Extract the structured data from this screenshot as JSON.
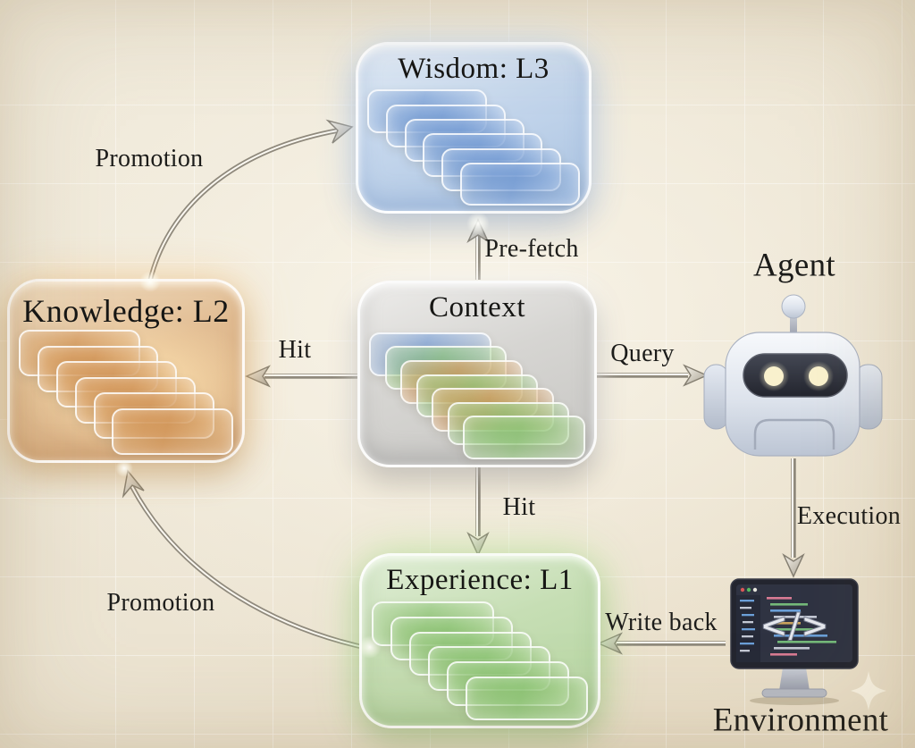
{
  "diagram": {
    "boxes": {
      "wisdom": {
        "label": "Wisdom: L3"
      },
      "knowledge": {
        "label": "Knowledge: L2"
      },
      "context": {
        "label": "Context"
      },
      "experience": {
        "label": "Experience: L1"
      }
    },
    "nodes": {
      "agent": {
        "label": "Agent"
      },
      "environment": {
        "label": "Environment",
        "code_glyph": "</>"
      }
    },
    "edges": {
      "promotion_knowledge_to_wisdom": {
        "label": "Promotion"
      },
      "prefetch_context_to_wisdom": {
        "label": "Pre-fetch"
      },
      "hit_context_to_knowledge": {
        "label": "Hit"
      },
      "query_context_to_agent": {
        "label": "Query"
      },
      "hit_context_to_experience": {
        "label": "Hit"
      },
      "execution_agent_to_environment": {
        "label": "Execution"
      },
      "write_back_env_to_experience": {
        "label": "Write back"
      },
      "promotion_experience_to_knowledge": {
        "label": "Promotion"
      }
    },
    "cards": {
      "wisdom": [
        "blue",
        "blue",
        "blue",
        "blue",
        "blue",
        "blue"
      ],
      "knowledge": [
        "orange",
        "orange",
        "orange",
        "orange",
        "orange",
        "orange"
      ],
      "context": [
        "blue",
        "green",
        "orange",
        "green",
        "orange",
        "green",
        "green"
      ],
      "experience": [
        "green",
        "green",
        "green",
        "green",
        "green",
        "green"
      ]
    },
    "colors": {
      "background": "#ece4d2",
      "wisdom_box": "#b9cfe7",
      "knowledge_box": "#e0b98e",
      "context_box": "#d5d4d1",
      "experience_box": "#bed9aa",
      "arrow_metal_dark": "#8f897c",
      "arrow_metal_light": "#fbf8f1",
      "text": "#1c1c1a"
    }
  }
}
